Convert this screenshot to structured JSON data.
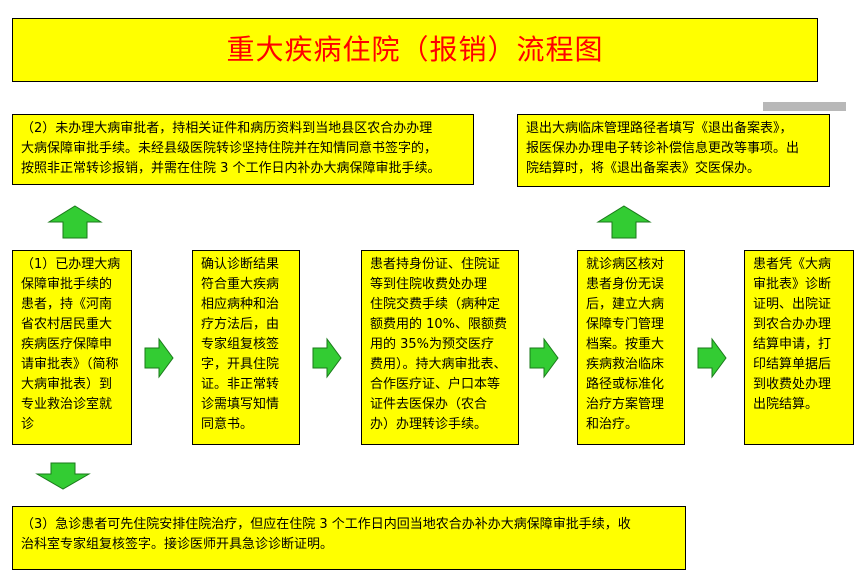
{
  "title": "重大疾病住院（报销）流程图",
  "colors": {
    "box_fill": "#ffff00",
    "title_text": "#ff0000",
    "arrow_fill": "#33cc33",
    "divider": "#b8b8b8"
  },
  "notes": {
    "note2": "（2）未办理大病审批者，持相关证件和病历资料到当地县区农合办办理\n大病保障审批手续。未经县级医院转诊坚持住院并在知情同意书签字的，\n按照非正常转诊报销，并需在住院 3 个工作日内补办大病保障审批手续。",
    "exit_note": "退出大病临床管理路径者填写《退出备案表》，\n报医保办办理电子转诊补偿信息更改等事项。出\n院结算时，将《退出备案表》交医保办。",
    "note3": "（3）急诊患者可先住院安排住院治疗，但应在住院 3 个工作日内回当地农合办补办大病保障审批手续，收\n治科室专家组复核签字。接诊医师开具急诊诊断证明。"
  },
  "steps": [
    "（1）已办理大病\n保障审批手续的\n患者，持《河南\n省农村居民重大\n疾病医疗保障申\n请审批表》（简称\n大病审批表）到\n专业救治诊室就\n诊",
    "确认诊断结果\n符合重大疾病\n相应病种和治\n疗方法后，由\n专家组复核签\n字，开具住院\n证。非正常转\n诊需填写知情\n同意书。",
    "患者持身份证、住院证\n等到住院收费处办理\n住院交费手续（病种定\n额费用的 10%、限额费\n用的 35%为预交医疗\n费用）。持大病审批表、\n合作医疗证、户口本等\n证件去医保办（农合\n办）办理转诊手续。",
    "就诊病区核对\n患者身份无误\n后，建立大病\n保障专门管理\n档案。按重大\n疾病救治临床\n路径或标准化\n治疗方案管理\n和治疗。",
    "患者凭《大病\n审批表》诊断\n证明、出院证\n到农合办办理\n结算申请，打\n印结算单据后\n到收费处办理\n出院结算。"
  ]
}
